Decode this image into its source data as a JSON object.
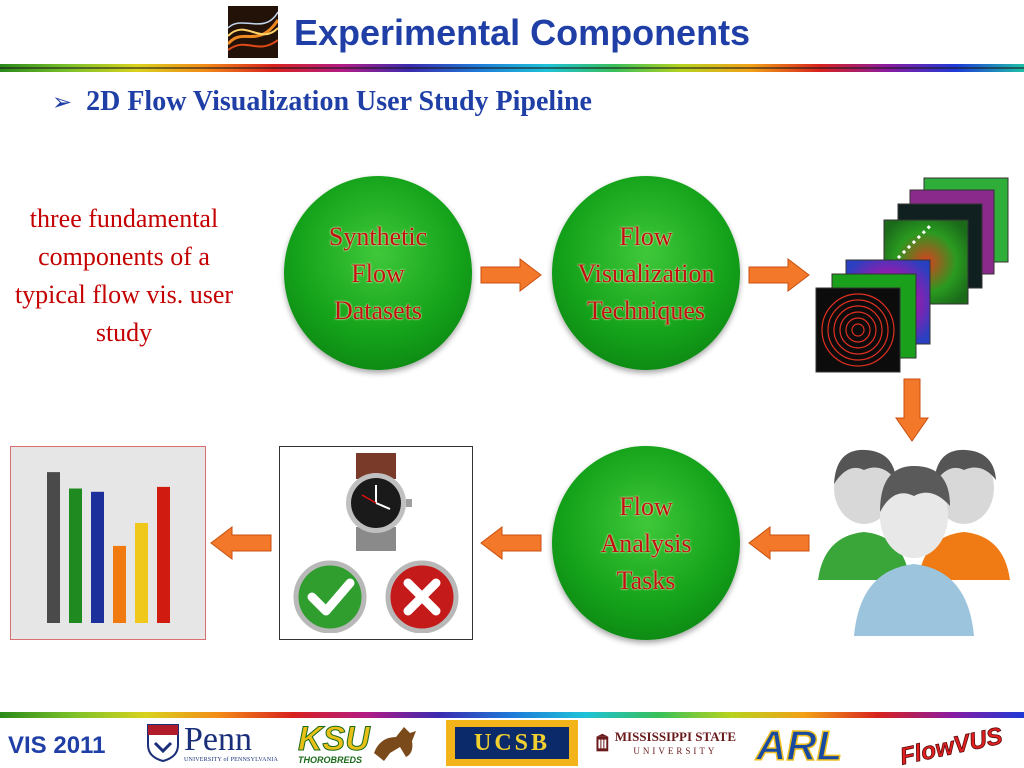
{
  "header": {
    "title": "Experimental Components"
  },
  "bullet": {
    "glyph": "➢",
    "text": "2D Flow Visualization User Study Pipeline"
  },
  "side_note": "three fundamental components of a typical  flow vis. user study",
  "pipeline": {
    "circles": [
      {
        "id": "synthetic",
        "label": "Synthetic\nFlow\nDatasets"
      },
      {
        "id": "techniques",
        "label": "Flow\nVisualization\nTechniques"
      },
      {
        "id": "tasks",
        "label": "Flow\nAnalysis\nTasks"
      }
    ]
  },
  "bar_icon": {
    "values": [
      0.92,
      0.82,
      0.8,
      0.47,
      0.61,
      0.83
    ],
    "colors": [
      "#4a4a4a",
      "#1f8a1f",
      "#1c2f9a",
      "#f07a10",
      "#f0c81c",
      "#d01c10"
    ]
  },
  "colors": {
    "title_blue": "#1f3fa6",
    "note_red": "#c40000",
    "arrow_orange": "#f4782a",
    "circle_green": "#14a21a"
  },
  "footer": {
    "label": "VIS 2011",
    "logos": {
      "penn": {
        "name": "Penn",
        "subtitle": "UNIVERSITY of PENNSYLVANIA"
      },
      "ksu": {
        "name": "KSU",
        "subtitle": "THOROBREDS"
      },
      "ucsb": {
        "name": "UCSB"
      },
      "msu": {
        "name": "MISSISSIPPI STATE",
        "subtitle": "UNIVERSITY"
      },
      "arl": {
        "name": "ARL"
      },
      "flowvus": {
        "name": "FlowVUS"
      }
    }
  }
}
